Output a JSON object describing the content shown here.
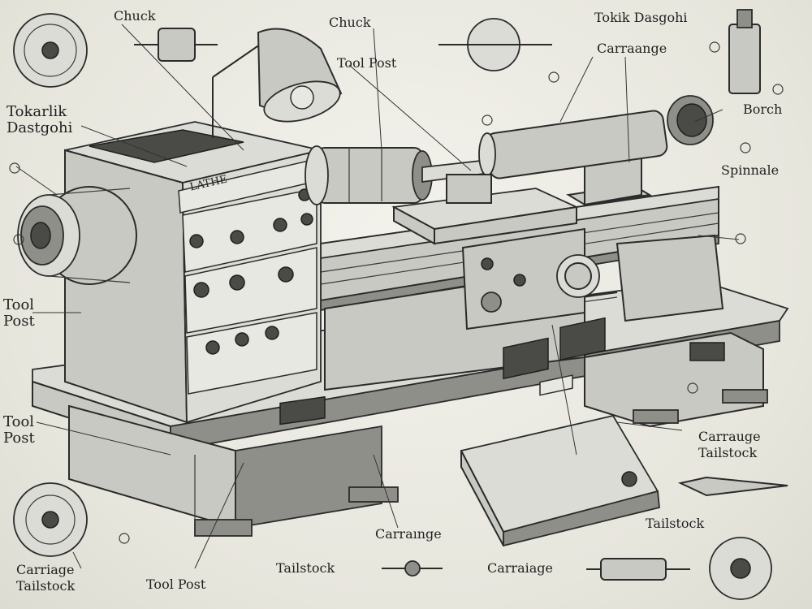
{
  "labels": {
    "chuck_top_left": "Chuck",
    "chuck_top_center": "Chuck",
    "tokik_dasgohi": "Tokik Dasgohi",
    "carraange_top": "Carraange",
    "tool_post_top": "Tool Post",
    "tokarlik_dastgohi": "Tokarlik\nDastgohi",
    "borch": "Borch",
    "spinnale": "Spinnale",
    "tool_post_left1": "Tool\nPost",
    "tool_post_left2": "Tool\nPost",
    "carrauge_tailstock_right": "Carrauge\nTailstock",
    "tailstock_right": "Tailstock",
    "carrainge_bottom": "Carraınge",
    "carriage_tailstock_bottom_left": "Carriage\nTailstock",
    "tool_post_bottom": "Tool Post",
    "tailstock_bottom": "Tailstock",
    "carraiage_bottom": "Carraiage",
    "machine_plate": "LATHE"
  },
  "colors": {
    "ink": "#1f1f1f",
    "paper": "#ecebe3",
    "metal": "#c9c9c4"
  }
}
